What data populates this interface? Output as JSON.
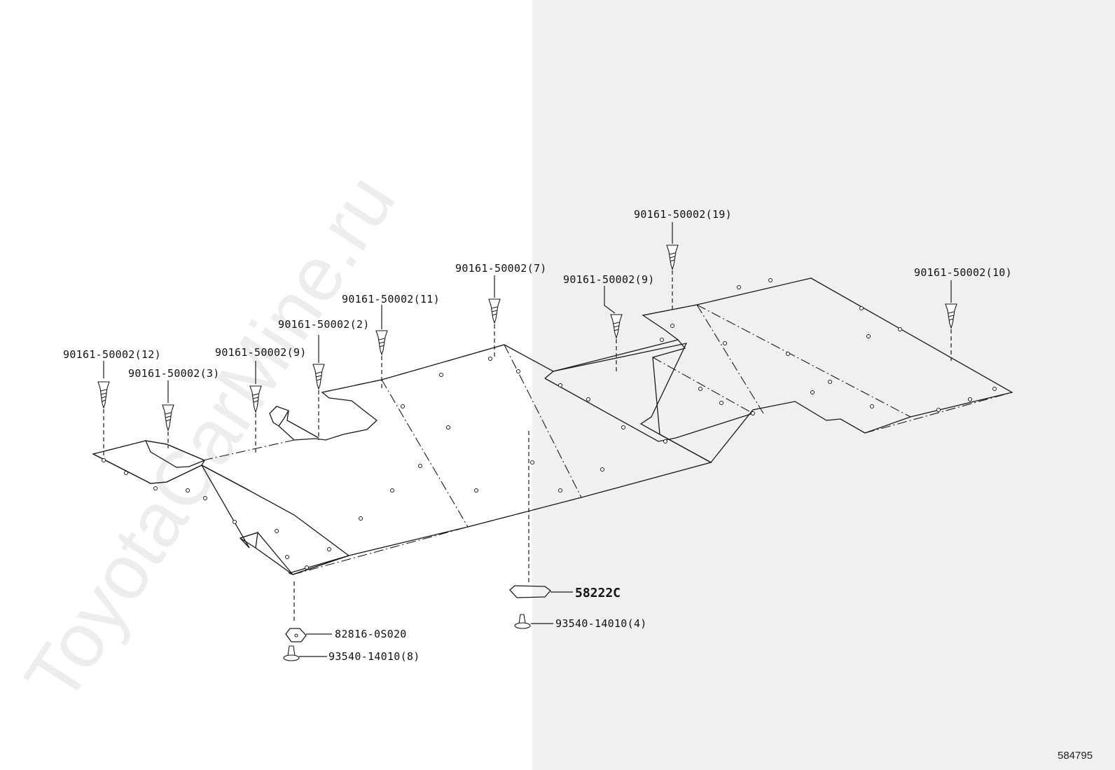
{
  "watermark": "ToyotaCarMine.ru",
  "diagram_id": "584795",
  "labels": {
    "screw_12": "90161-50002(12)",
    "screw_3": "90161-50002(3)",
    "screw_9a": "90161-50002(9)",
    "screw_2": "90161-50002(2)",
    "screw_11": "90161-50002(11)",
    "screw_7": "90161-50002(7)",
    "screw_9b": "90161-50002(9)",
    "screw_19": "90161-50002(19)",
    "screw_10": "90161-50002(10)",
    "bracket": "58222C",
    "clip_4": "93540-14010(4)",
    "retainer": "82816-0S020",
    "clip_8": "93540-14010(8)"
  }
}
